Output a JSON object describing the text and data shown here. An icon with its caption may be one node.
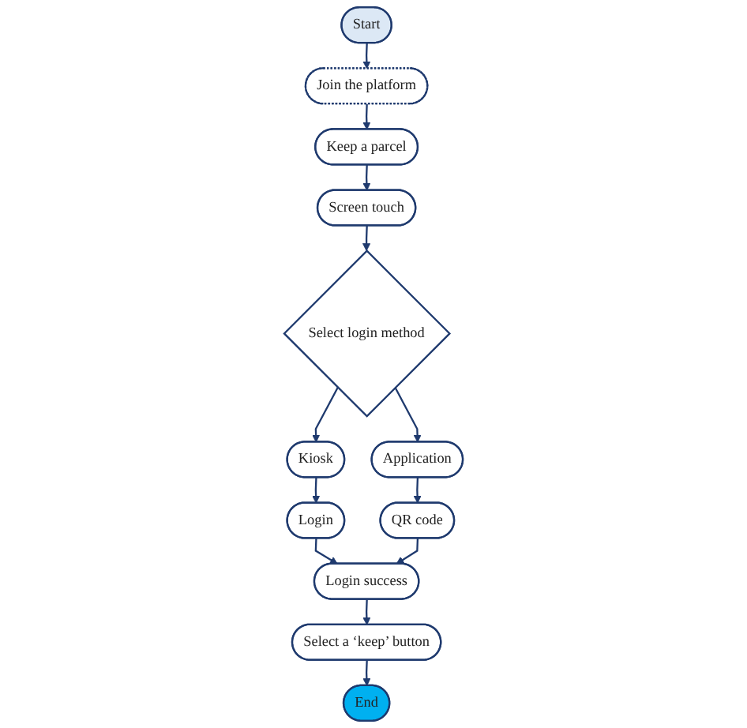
{
  "diagram": {
    "nodes": [
      {
        "text": [
          "Start"
        ]
      },
      {
        "text": [
          "Join the platform"
        ]
      },
      {
        "text": [
          "Keep a parcel"
        ]
      },
      {
        "text": [
          "Screen touch"
        ]
      },
      {
        "text": [
          "Select login method"
        ]
      },
      {
        "text": [
          "Kiosk"
        ]
      },
      {
        "text": [
          "Application"
        ]
      },
      {
        "text": [
          "Login"
        ]
      },
      {
        "text": [
          "QR code"
        ]
      },
      {
        "text": [
          "Login success"
        ]
      },
      {
        "text": [
          "Select a ‘keep’ button"
        ]
      },
      {
        "text": [
          "End"
        ]
      }
    ],
    "edges": [
      {
        "from": 0,
        "to": 1,
        "arrow": "to"
      },
      {
        "from": 1,
        "to": 2,
        "arrow": "to"
      },
      {
        "from": 2,
        "to": 3,
        "arrow": "to"
      },
      {
        "from": 3,
        "to": 4,
        "arrow": "to"
      },
      {
        "from": 4,
        "to": 5,
        "arrow": "to"
      },
      {
        "from": 4,
        "to": 6,
        "arrow": "to"
      },
      {
        "from": 5,
        "to": 7,
        "arrow": "to"
      },
      {
        "from": 6,
        "to": 8,
        "arrow": "to"
      },
      {
        "from": 7,
        "to": 9,
        "arrow": "to"
      },
      {
        "from": 8,
        "to": 9,
        "arrow": "to"
      },
      {
        "from": 9,
        "to": 10,
        "arrow": "to"
      },
      {
        "from": 10,
        "to": 11,
        "arrow": "to"
      }
    ]
  }
}
